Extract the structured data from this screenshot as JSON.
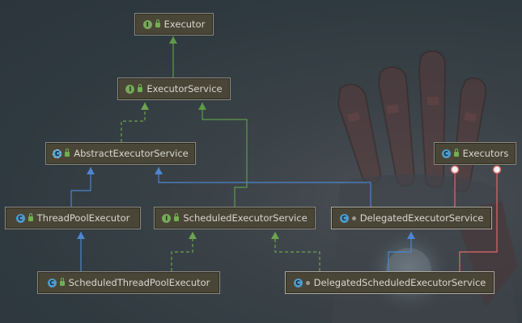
{
  "diagram": {
    "nodes": {
      "executor": {
        "label": "Executor",
        "badge": "I",
        "kind": "interface"
      },
      "executor_service": {
        "label": "ExecutorService",
        "badge": "I",
        "kind": "interface"
      },
      "abstract_executor_service": {
        "label": "AbstractExecutorService",
        "badge": "C",
        "kind": "abstract-class"
      },
      "executors": {
        "label": "Executors",
        "badge": "C",
        "kind": "class"
      },
      "thread_pool_executor": {
        "label": "ThreadPoolExecutor",
        "badge": "C",
        "kind": "class"
      },
      "scheduled_executor_service": {
        "label": "ScheduledExecutorService",
        "badge": "I",
        "kind": "interface"
      },
      "delegated_executor_service": {
        "label": "DelegatedExecutorService",
        "badge": "C",
        "kind": "class"
      },
      "scheduled_thread_pool_executor": {
        "label": "ScheduledThreadPoolExecutor",
        "badge": "C",
        "kind": "class"
      },
      "delegated_scheduled_executor_service": {
        "label": "DelegatedScheduledExecutorService",
        "badge": "C",
        "kind": "class"
      }
    },
    "colors": {
      "extends_interface": "#5f9a4a",
      "implements": "#6fa34f",
      "extends_class": "#4d86d0",
      "inner_class": "#e06a6a"
    }
  }
}
